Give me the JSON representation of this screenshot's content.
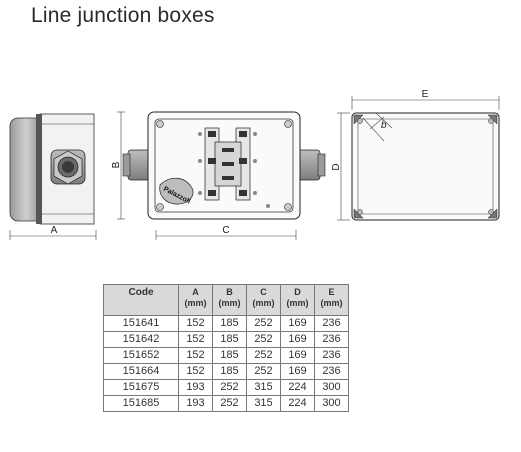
{
  "page": {
    "title": "Line junction boxes"
  },
  "drawing": {
    "side_view": {
      "label_a": "A"
    },
    "front_view": {
      "label_b": "B",
      "label_c": "C",
      "logo_text": "Palazzoli"
    },
    "box_view": {
      "label_d": "D",
      "label_e": "E",
      "label_b": "b"
    }
  },
  "table": {
    "headers": [
      {
        "label": "Code",
        "unit": ""
      },
      {
        "label": "A",
        "unit": "(mm)"
      },
      {
        "label": "B",
        "unit": "(mm)"
      },
      {
        "label": "C",
        "unit": "(mm)"
      },
      {
        "label": "D",
        "unit": "(mm)"
      },
      {
        "label": "E",
        "unit": "(mm)"
      }
    ],
    "rows": [
      [
        "151641",
        "152",
        "185",
        "252",
        "169",
        "236"
      ],
      [
        "151642",
        "152",
        "185",
        "252",
        "169",
        "236"
      ],
      [
        "151652",
        "152",
        "185",
        "252",
        "169",
        "236"
      ],
      [
        "151664",
        "152",
        "185",
        "252",
        "169",
        "236"
      ],
      [
        "151675",
        "193",
        "252",
        "315",
        "224",
        "300"
      ],
      [
        "151685",
        "193",
        "252",
        "315",
        "224",
        "300"
      ]
    ]
  }
}
